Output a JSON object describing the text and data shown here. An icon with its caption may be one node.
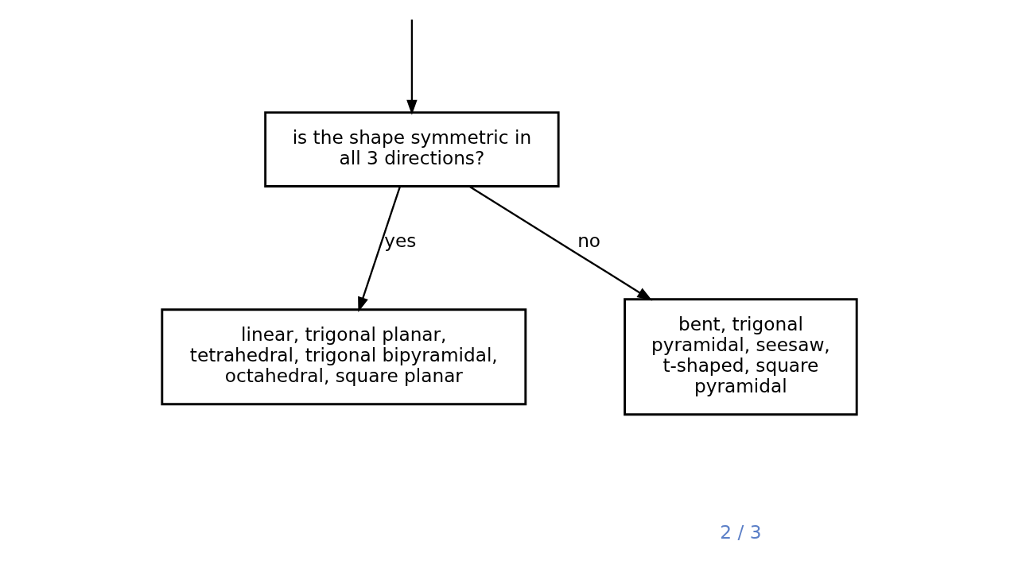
{
  "diagram": {
    "nodes": [
      {
        "text": [
          "is the shape symmetric in all 3 directions?"
        ]
      },
      {
        "text": [
          "linear, trigonal planar, tetrahedral, trigonal bipyramidal, octahedral, square planar"
        ]
      },
      {
        "text": [
          "bent, trigonal pyramidal, seesaw, t-shaped, square pyramidal"
        ]
      }
    ],
    "edges": [
      {
        "from": null,
        "to": 0,
        "arrow": "to"
      },
      {
        "from": 0,
        "to": 1,
        "label": "yes",
        "arrow": "to"
      },
      {
        "from": 0,
        "to": 2,
        "label": "no",
        "arrow": "to"
      }
    ],
    "labels": [
      "2 / 3"
    ]
  }
}
